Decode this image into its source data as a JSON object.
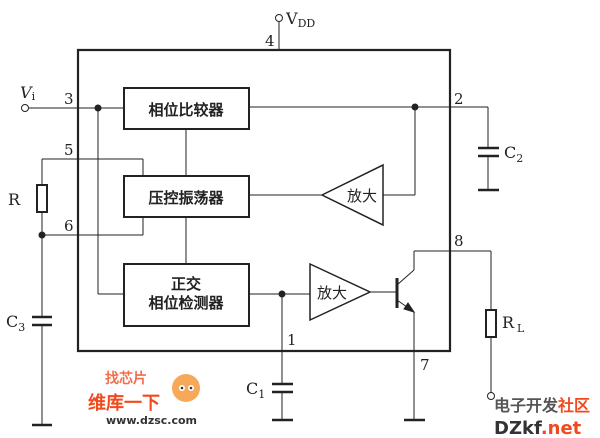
{
  "diagram": {
    "title": "PLL tone decoder circuit",
    "blocks": {
      "phase_comparator": "相位比较器",
      "vco": "压控振荡器",
      "quad_detector_line1": "正交",
      "quad_detector_line2": "相位检测器",
      "amp_upper": "放大",
      "amp_lower": "放大"
    },
    "labels": {
      "vdd_main": "V",
      "vdd_sub": "DD",
      "vi_main": "V",
      "vi_sub": "i",
      "r": "R",
      "c3_main": "C",
      "c3_sub": "3",
      "c2_main": "C",
      "c2_sub": "2",
      "c1_main": "C",
      "c1_sub": "1",
      "rl_main": "R",
      "rl_sub": "L"
    },
    "pins": {
      "p1": "1",
      "p2": "2",
      "p3": "3",
      "p4": "4",
      "p5": "5",
      "p6": "6",
      "p7": "7",
      "p8": "8"
    }
  },
  "watermarks": {
    "left_top": "找芯片",
    "left_mid": "维库一下",
    "left_url": "www.dzsc.com",
    "right_top_gray": "电子开发",
    "right_top_red": "社区",
    "right_bottom_dark": "DZkf",
    "right_bottom_red": ".net"
  },
  "colors": {
    "line": "#222222",
    "watermark_red": "#f04a1e",
    "watermark_orange": "#f39a3c"
  }
}
